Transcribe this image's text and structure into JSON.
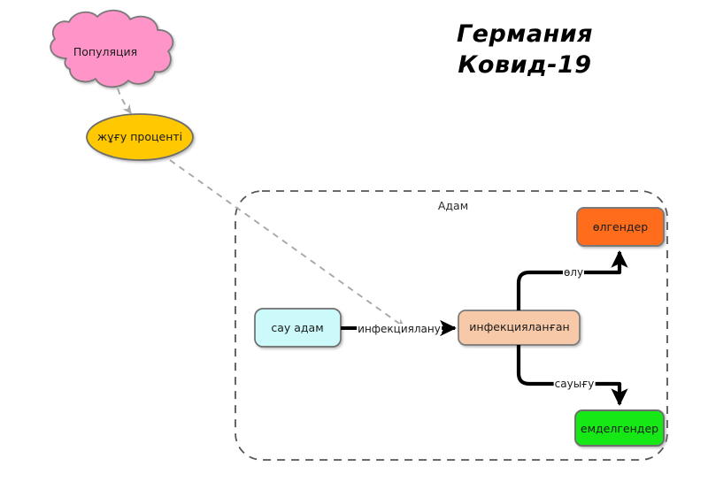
{
  "title": {
    "line1": "Германия",
    "line2": "Ковид-19"
  },
  "colors": {
    "cloud_fill": "#FF94C8",
    "cloud_stroke": "#7a7a7a",
    "ellipse_fill": "#FFC800",
    "ellipse_stroke": "#6e6e6e",
    "healthy_fill": "#CCFAFA",
    "healthy_stroke": "#6e6e6e",
    "infected_fill": "#F7C9A8",
    "infected_stroke": "#7a7a7a",
    "dead_fill": "#FF6D1F",
    "dead_stroke": "#7a7a7a",
    "recovered_fill": "#14E814",
    "recovered_stroke": "#6e6e6e",
    "container_stroke": "#555555",
    "dashed_arrow": "#a8a8a8",
    "solid_arrow": "#000000",
    "text": "#1b1b1b"
  },
  "container": {
    "label": "Адам"
  },
  "nodes": [
    {
      "id": "population",
      "label": "Популяция",
      "shape": "cloud",
      "fill": "#FF94C8"
    },
    {
      "id": "infection_rate",
      "label": "жұғу проценті",
      "shape": "ellipse",
      "fill": "#FFC800"
    },
    {
      "id": "healthy",
      "label": "сау адам",
      "shape": "rounded-rect",
      "fill": "#CCFAFA"
    },
    {
      "id": "infected",
      "label": "инфекцияланған",
      "shape": "rounded-rect",
      "fill": "#F7C9A8"
    },
    {
      "id": "dead",
      "label": "өлгендер",
      "shape": "rounded-rect",
      "fill": "#FF6D1F"
    },
    {
      "id": "recovered",
      "label": "емделгендер",
      "shape": "rounded-rect",
      "fill": "#14E814"
    }
  ],
  "edges": [
    {
      "id": "pop-to-rate",
      "label": "",
      "style": "dashed",
      "from": "population",
      "to": "infection_rate"
    },
    {
      "id": "rate-to-infection",
      "label": "",
      "style": "dashed",
      "from": "infection_rate",
      "to": "infection_flow"
    },
    {
      "id": "infection",
      "label": "инфекциялану",
      "style": "solid",
      "from": "healthy",
      "to": "infected"
    },
    {
      "id": "death",
      "label": "өлу",
      "style": "solid",
      "from": "infected",
      "to": "dead"
    },
    {
      "id": "recovery",
      "label": "сауығу",
      "style": "solid",
      "from": "infected",
      "to": "recovered"
    }
  ]
}
